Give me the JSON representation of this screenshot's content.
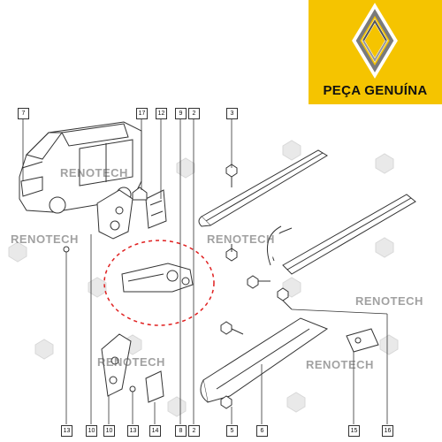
{
  "brand": {
    "caption": "PEÇA GENUÍNA",
    "logo": "renault-diamond-logo",
    "background": "#f5c400"
  },
  "watermark": "RENOTECH",
  "reference_labels": {
    "top": [
      "7",
      "17",
      "12",
      "9",
      "2",
      "3"
    ],
    "bottom": [
      "13",
      "10",
      "10",
      "13",
      "14",
      "8",
      "2",
      "5",
      "6",
      "15",
      "16"
    ]
  },
  "colors": {
    "highlight": "#e02020",
    "line": "#333333"
  }
}
